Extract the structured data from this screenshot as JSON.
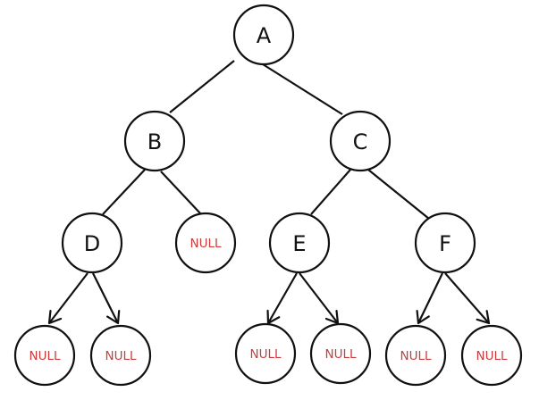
{
  "diagram": {
    "nodes": [
      {
        "id": "A",
        "label": "A",
        "kind": "value"
      },
      {
        "id": "B",
        "label": "B",
        "kind": "value"
      },
      {
        "id": "C",
        "label": "C",
        "kind": "value"
      },
      {
        "id": "D",
        "label": "D",
        "kind": "value"
      },
      {
        "id": "N1",
        "label": "NULL",
        "kind": "null"
      },
      {
        "id": "E",
        "label": "E",
        "kind": "value"
      },
      {
        "id": "F",
        "label": "F",
        "kind": "value"
      },
      {
        "id": "N2",
        "label": "NULL",
        "kind": "null"
      },
      {
        "id": "N3",
        "label": "NULL",
        "kind": "null"
      },
      {
        "id": "N4",
        "label": "NULL",
        "kind": "null"
      },
      {
        "id": "N5",
        "label": "NULL",
        "kind": "null"
      },
      {
        "id": "N6",
        "label": "NULL",
        "kind": "null"
      },
      {
        "id": "N7",
        "label": "NULL",
        "kind": "null"
      }
    ],
    "edges": [
      {
        "from": "A",
        "to": "B",
        "arrow": false
      },
      {
        "from": "A",
        "to": "C",
        "arrow": false
      },
      {
        "from": "B",
        "to": "D",
        "arrow": false
      },
      {
        "from": "B",
        "to": "N1",
        "arrow": false
      },
      {
        "from": "C",
        "to": "E",
        "arrow": false
      },
      {
        "from": "C",
        "to": "F",
        "arrow": false
      },
      {
        "from": "D",
        "to": "N2",
        "arrow": true
      },
      {
        "from": "D",
        "to": "N3",
        "arrow": true
      },
      {
        "from": "E",
        "to": "N4",
        "arrow": true
      },
      {
        "from": "E",
        "to": "N5",
        "arrow": true
      },
      {
        "from": "F",
        "to": "N6",
        "arrow": true
      },
      {
        "from": "F",
        "to": "N7",
        "arrow": true
      }
    ],
    "colors": {
      "line": "#111111",
      "null_text": "#cc3b3b",
      "node_text": "#111111"
    }
  }
}
